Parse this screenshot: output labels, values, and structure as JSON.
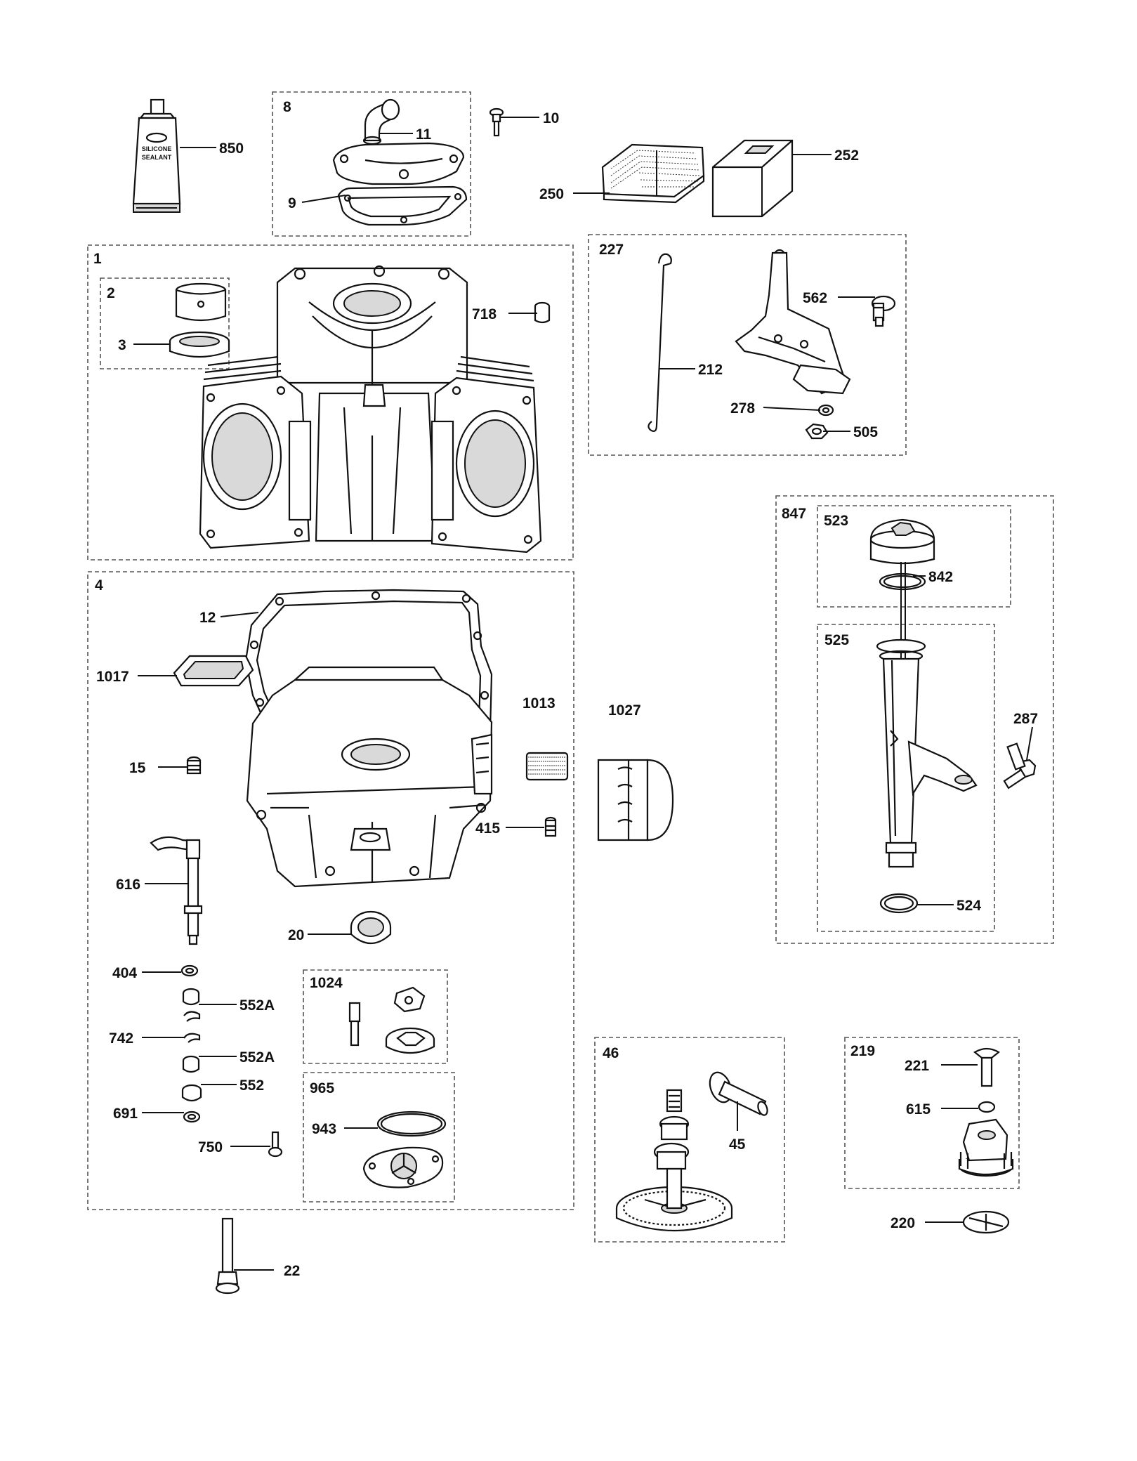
{
  "sealant_text": [
    "SILICONE",
    "SEALANT"
  ],
  "groups": [
    {
      "id": "g8",
      "num": "8"
    },
    {
      "id": "g1",
      "num": "1"
    },
    {
      "id": "g2",
      "num": "2"
    },
    {
      "id": "g227",
      "num": "227"
    },
    {
      "id": "g847",
      "num": "847"
    },
    {
      "id": "g523",
      "num": "523"
    },
    {
      "id": "g525",
      "num": "525"
    },
    {
      "id": "g4",
      "num": "4"
    },
    {
      "id": "g1024",
      "num": "1024"
    },
    {
      "id": "g965",
      "num": "965"
    },
    {
      "id": "g46",
      "num": "46"
    },
    {
      "id": "g219",
      "num": "219"
    }
  ],
  "callouts": [
    {
      "id": "c850",
      "text": "850"
    },
    {
      "id": "c11",
      "text": "11"
    },
    {
      "id": "c9",
      "text": "9"
    },
    {
      "id": "c10",
      "text": "10"
    },
    {
      "id": "c252",
      "text": "252"
    },
    {
      "id": "c250",
      "text": "250"
    },
    {
      "id": "c3",
      "text": "3"
    },
    {
      "id": "c718",
      "text": "718"
    },
    {
      "id": "c562",
      "text": "562"
    },
    {
      "id": "c212",
      "text": "212"
    },
    {
      "id": "c278",
      "text": "278"
    },
    {
      "id": "c505",
      "text": "505"
    },
    {
      "id": "c842",
      "text": "842"
    },
    {
      "id": "c287",
      "text": "287"
    },
    {
      "id": "c524",
      "text": "524"
    },
    {
      "id": "c12",
      "text": "12"
    },
    {
      "id": "c1017",
      "text": "1017"
    },
    {
      "id": "c1013",
      "text": "1013"
    },
    {
      "id": "c1027",
      "text": "1027"
    },
    {
      "id": "c15",
      "text": "15"
    },
    {
      "id": "c415",
      "text": "415"
    },
    {
      "id": "c616",
      "text": "616"
    },
    {
      "id": "c20",
      "text": "20"
    },
    {
      "id": "c404",
      "text": "404"
    },
    {
      "id": "c552a1",
      "text": "552A"
    },
    {
      "id": "c742",
      "text": "742"
    },
    {
      "id": "c552a2",
      "text": "552A"
    },
    {
      "id": "c552",
      "text": "552"
    },
    {
      "id": "c691",
      "text": "691"
    },
    {
      "id": "c750",
      "text": "750"
    },
    {
      "id": "c943",
      "text": "943"
    },
    {
      "id": "c22",
      "text": "22"
    },
    {
      "id": "c45",
      "text": "45"
    },
    {
      "id": "c221",
      "text": "221"
    },
    {
      "id": "c615",
      "text": "615"
    },
    {
      "id": "c220",
      "text": "220"
    }
  ]
}
